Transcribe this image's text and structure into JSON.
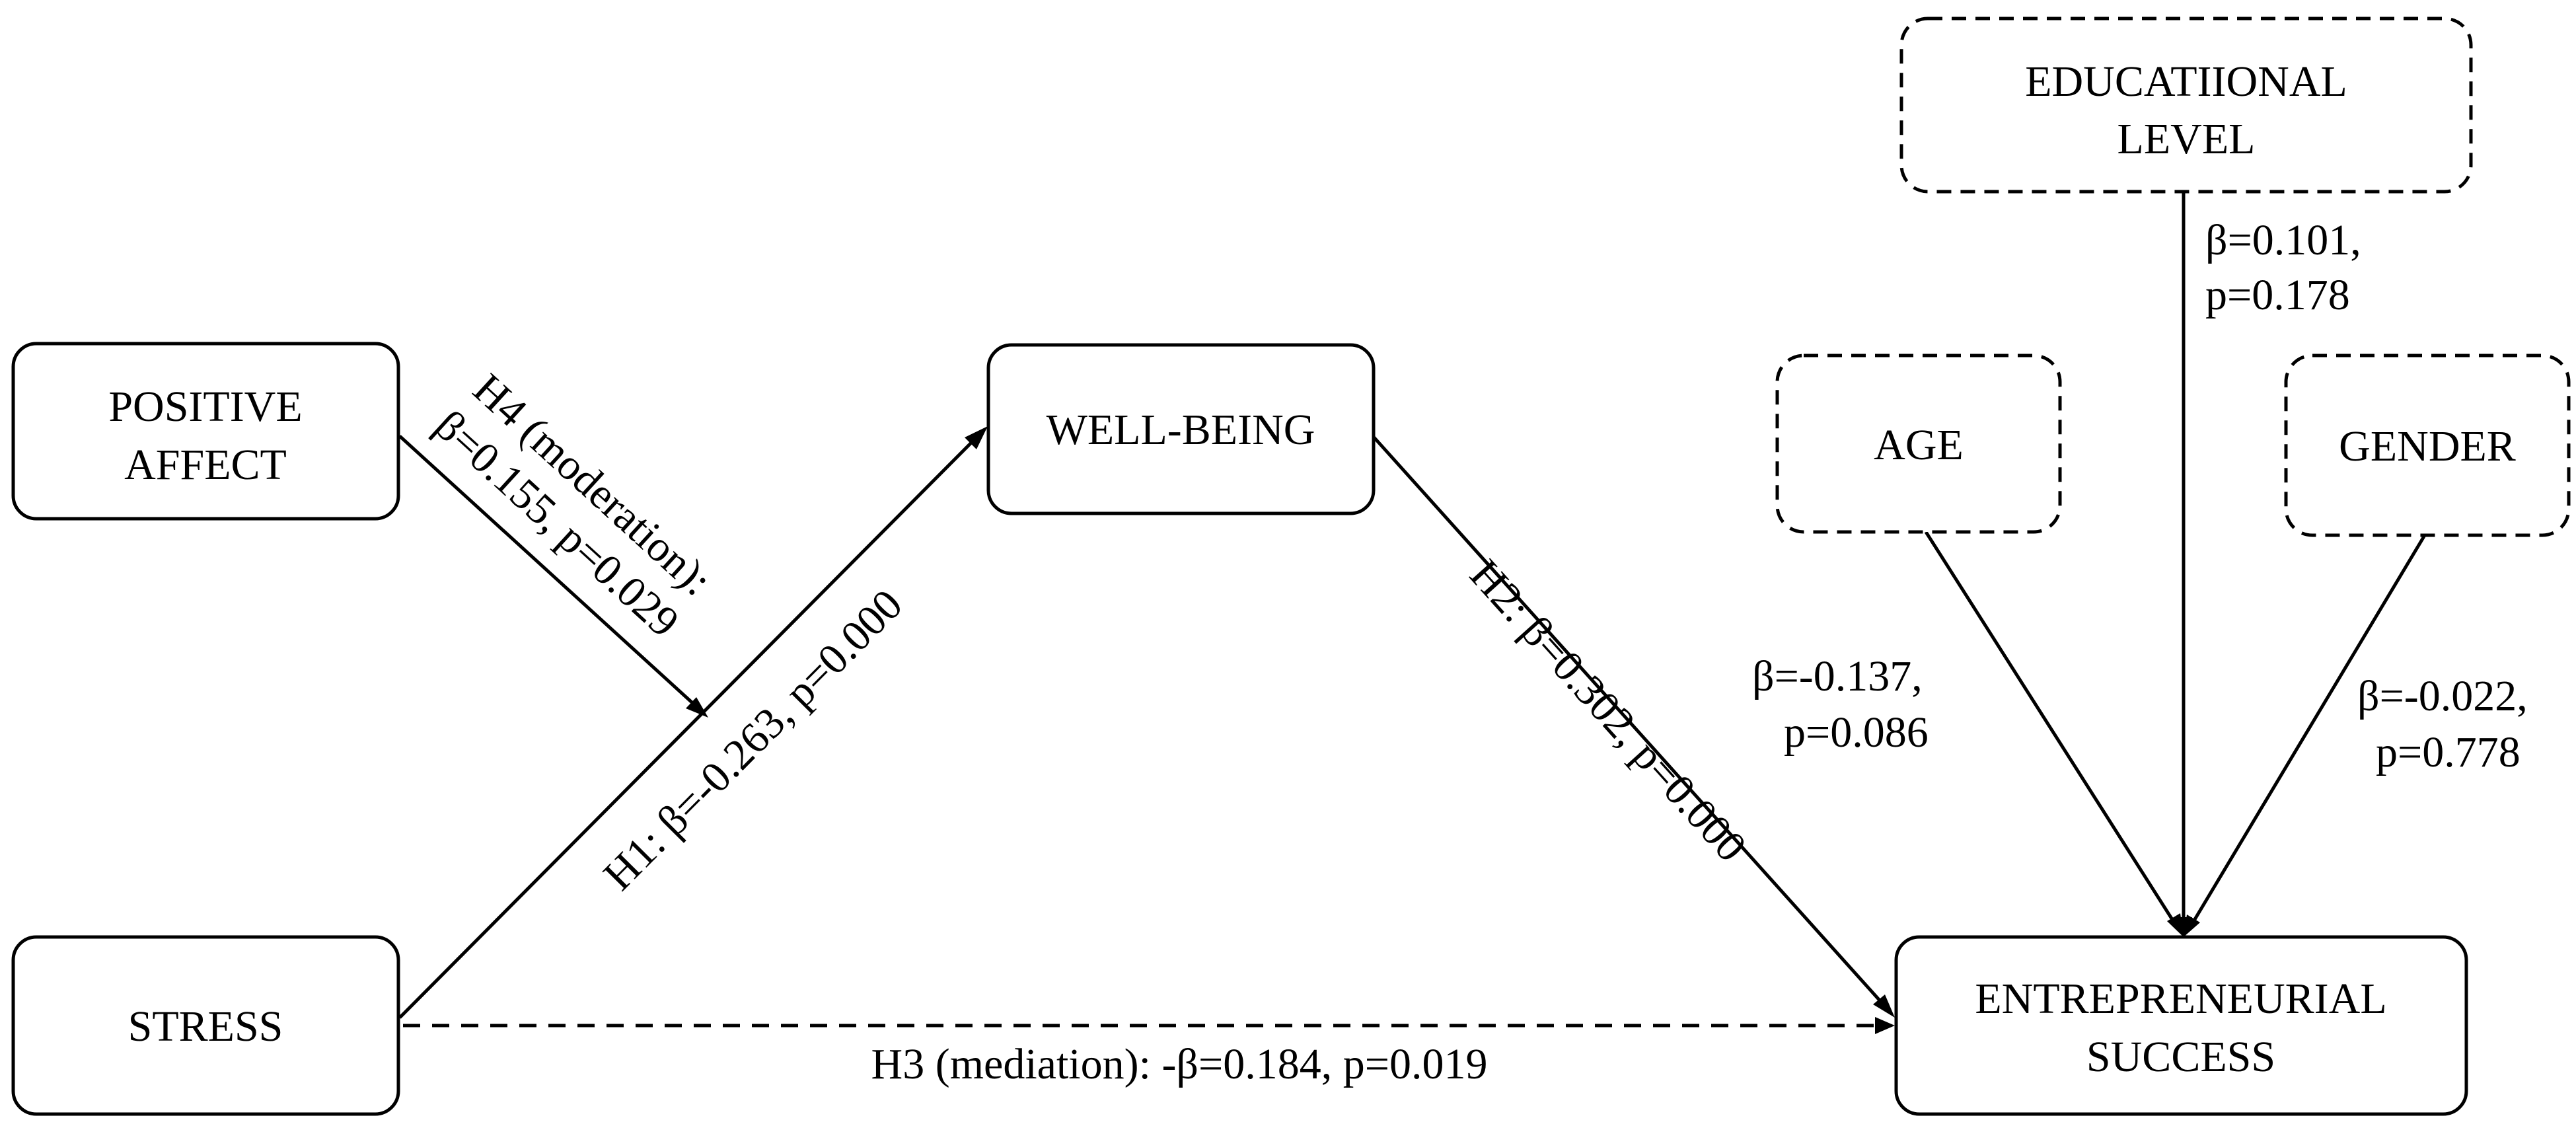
{
  "diagram": {
    "nodes": {
      "positive_affect": {
        "lines": [
          "POSITIVE",
          "AFFECT"
        ],
        "style": "solid"
      },
      "stress": {
        "lines": [
          "STRESS"
        ],
        "style": "solid"
      },
      "well_being": {
        "lines": [
          "WELL-BEING"
        ],
        "style": "solid"
      },
      "entrepreneurial_success": {
        "lines": [
          "ENTREPRENEURIAL",
          "SUCCESS"
        ],
        "style": "solid"
      },
      "educational_level": {
        "lines": [
          "EDUCATIIONAL",
          "LEVEL"
        ],
        "style": "dashed"
      },
      "age": {
        "lines": [
          "AGE"
        ],
        "style": "dashed"
      },
      "gender": {
        "lines": [
          "GENDER"
        ],
        "style": "dashed"
      }
    },
    "edges": {
      "h1": {
        "from": "stress",
        "to": "well_being",
        "label": "H1: β=-0.263, p=0.000"
      },
      "h2": {
        "from": "well_being",
        "to": "entrepreneurial_success",
        "label": "H2: β=0.302, p=0.000"
      },
      "h3": {
        "from": "stress",
        "to": "entrepreneurial_success",
        "label": "H3 (mediation): -β=0.184, p=0.019",
        "style": "dashed"
      },
      "h4": {
        "from": "positive_affect",
        "to": "h1",
        "lines": [
          "H4 (moderation):",
          "β=0.155, p=0.029"
        ]
      },
      "education": {
        "from": "educational_level",
        "to": "entrepreneurial_success",
        "lines": [
          "β=0.101,",
          "p=0.178"
        ]
      },
      "age": {
        "from": "age",
        "to": "entrepreneurial_success",
        "lines": [
          "β=-0.137,",
          "p=0.086"
        ]
      },
      "gender": {
        "from": "gender",
        "to": "entrepreneurial_success",
        "lines": [
          "β=-0.022,",
          "p=0.778"
        ]
      }
    }
  }
}
